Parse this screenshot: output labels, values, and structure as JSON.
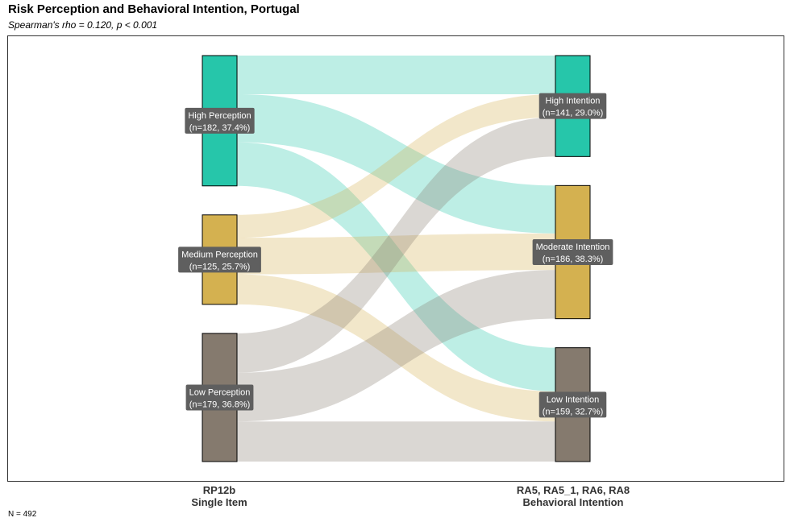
{
  "title": "Risk Perception and Behavioral Intention, Portugal",
  "subtitle": "Spearman's rho = 0.120, p < 0.001",
  "caption": "N = 492",
  "colors": {
    "high": "#26C6AA",
    "medium": "#D4B150",
    "low": "#857A6E",
    "label_bg": "#5F5F5F",
    "label_text": "#FFFFFF",
    "panel_border": "#333333"
  },
  "chart_data": {
    "type": "sankey",
    "total": 492,
    "axes": [
      {
        "line1": "RP12b",
        "line2": "Single Item"
      },
      {
        "line1": "RA5, RA5_1, RA6, RA8",
        "line2": "Behavioral Intention"
      }
    ],
    "left_nodes": [
      {
        "id": "HP",
        "label": "High Perception",
        "stat": "(n=182, 37.4%)",
        "n": 182,
        "color_key": "high"
      },
      {
        "id": "MP",
        "label": "Medium Perception",
        "stat": "(n=125, 25.7%)",
        "n": 125,
        "color_key": "medium"
      },
      {
        "id": "LP",
        "label": "Low Perception",
        "stat": "(n=179, 36.8%)",
        "n": 179,
        "color_key": "low"
      }
    ],
    "right_nodes": [
      {
        "id": "HI",
        "label": "High Intention",
        "stat": "(n=141, 29.0%)",
        "n": 141,
        "color_key": "high"
      },
      {
        "id": "MI",
        "label": "Moderate Intention",
        "stat": "(n=186, 38.3%)",
        "n": 186,
        "color_key": "medium"
      },
      {
        "id": "LI",
        "label": "Low Intention",
        "stat": "(n=159, 32.7%)",
        "n": 159,
        "color_key": "low"
      }
    ],
    "flows": [
      {
        "from": "HP",
        "to": "HI",
        "n": 54
      },
      {
        "from": "HP",
        "to": "MI",
        "n": 67
      },
      {
        "from": "HP",
        "to": "LI",
        "n": 61
      },
      {
        "from": "MP",
        "to": "HI",
        "n": 32
      },
      {
        "from": "MP",
        "to": "MI",
        "n": 51
      },
      {
        "from": "MP",
        "to": "LI",
        "n": 42
      },
      {
        "from": "LP",
        "to": "HI",
        "n": 55
      },
      {
        "from": "LP",
        "to": "MI",
        "n": 68
      },
      {
        "from": "LP",
        "to": "LI",
        "n": 56
      }
    ]
  }
}
